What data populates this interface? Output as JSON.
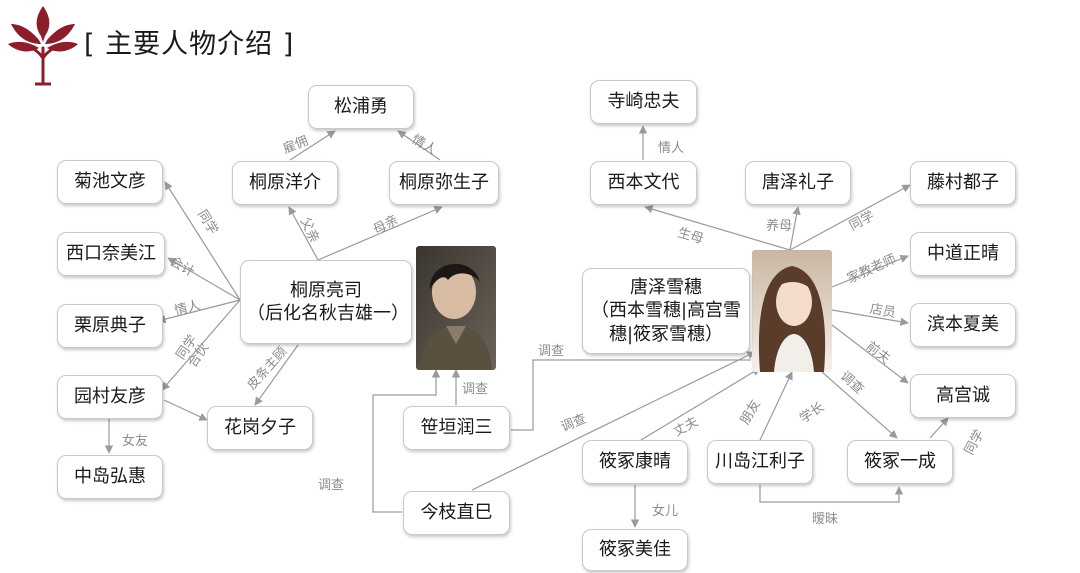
{
  "header": {
    "title": "[ 主要人物介绍 ]",
    "logo_icon": "maple-leaf-tree-logo"
  },
  "colors": {
    "edge": "#9a9a9a",
    "logo": "#8b1e2b",
    "node_border": "#c9c9c9"
  },
  "nodes": {
    "matsuura": "松浦勇",
    "kirihara_yosuke": "桐原洋介",
    "kirihara_yaeko": "桐原弥生子",
    "kikuchi": "菊池文彦",
    "nishiguchi": "西口奈美江",
    "kurihara": "栗原典子",
    "sonomura": "园村友彦",
    "nakajima": "中岛弘惠",
    "hanaoka": "花岗夕子",
    "ryoji": "桐原亮司\n（后化名秋吉雄一）",
    "sasagaki": "笹垣润三",
    "imaeda": "今枝直巳",
    "teramoto": "寺崎忠夫",
    "nishimoto": "西本文代",
    "karasawa_reiko": "唐泽礼子",
    "fujimura": "藤村都子",
    "yukiho": "唐泽雪穗\n（西本雪穗|高宫雪穗|筱冢雪穗）",
    "nakamichi": "中道正晴",
    "hamamoto": "滨本夏美",
    "takamiya": "高宫诚",
    "shinozuka_yasuharu": "筱冢康晴",
    "kawashima": "川岛江利子",
    "shinozuka_kazunari": "筱冢一成",
    "shinozuka_mika": "筱冢美佳"
  },
  "relations": {
    "employ": "雇佣",
    "lover1": "情人",
    "father": "父亲",
    "mother1": "母亲",
    "classmate1": "同学",
    "accountant": "会计",
    "lover2": "情人",
    "classmate_partner": "同学\n合伙",
    "girlfriend": "女友",
    "leather_boss": "皮条主顾",
    "investigate1": "调查",
    "investigate2": "调查",
    "investigate3": "调查",
    "investigate4": "调查",
    "investigate5": "调查",
    "lover3": "情人",
    "birth_mother": "生母",
    "adoptive_mother": "养母",
    "classmate2": "同学",
    "tutor": "家教老师",
    "clerk": "店员",
    "ex_husband": "前夫",
    "husband": "丈夫",
    "friend": "朋友",
    "senior": "学长",
    "classmate3": "同学",
    "daughter": "女儿",
    "ambiguous": "暧昧"
  }
}
